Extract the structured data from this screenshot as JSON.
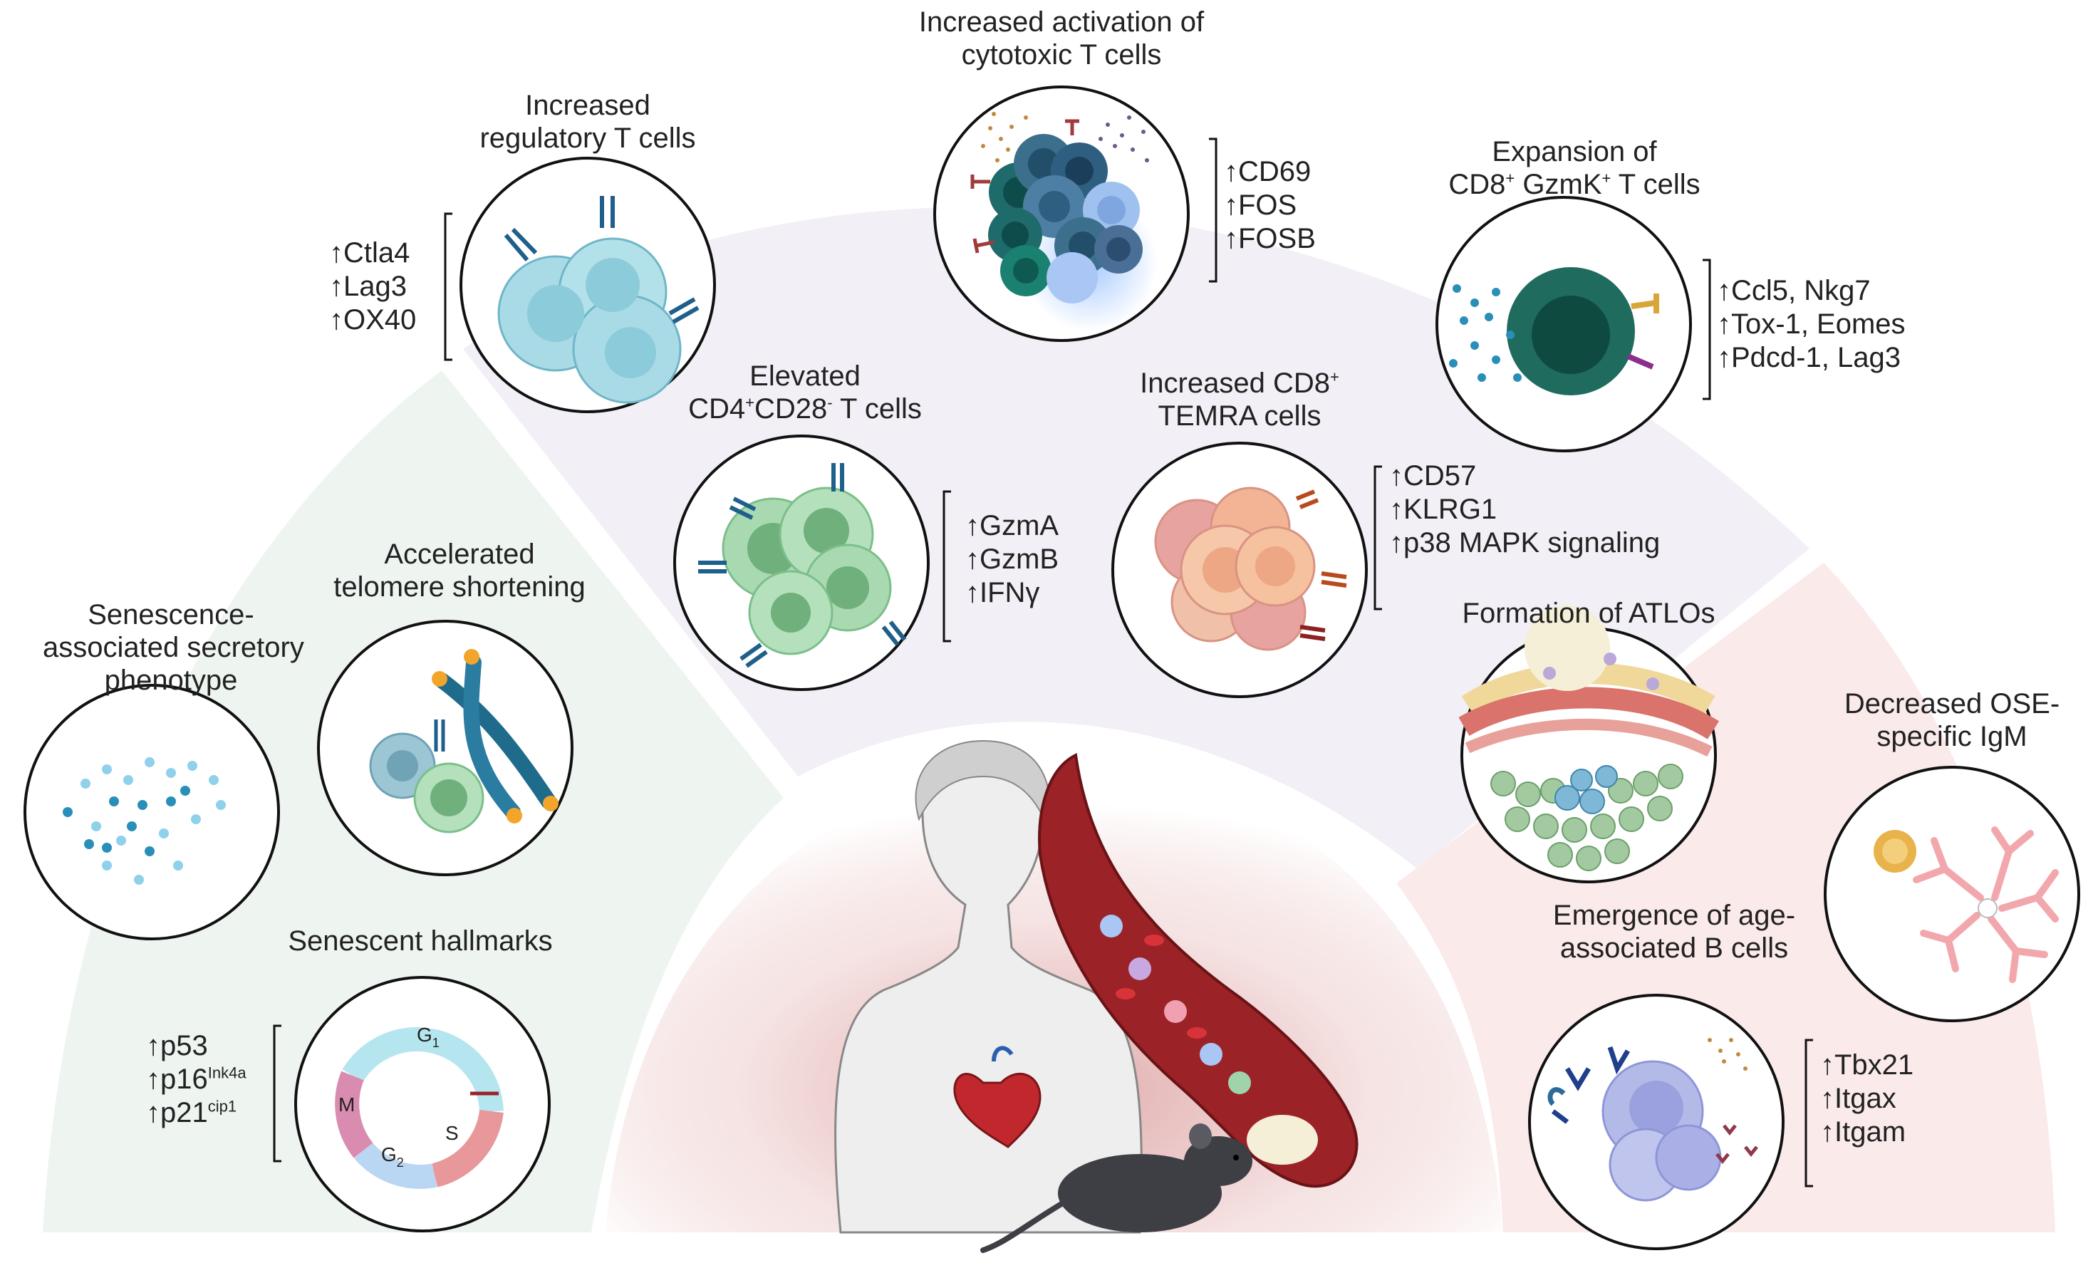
{
  "figure": {
    "regulatory_t": {
      "title_lines": [
        "Increased",
        "regulatory T cells"
      ],
      "markers": [
        "↑Ctla4",
        "↑Lag3",
        "↑OX40"
      ]
    },
    "cytotoxic_t": {
      "title_lines": [
        "Increased activation of",
        "cytotoxic T cells"
      ],
      "markers": [
        "↑CD69",
        "↑FOS",
        "↑FOSB"
      ]
    },
    "gzmk_t": {
      "title_line1": "Expansion of",
      "title_line2_parts": [
        "CD8",
        "+",
        " GzmK",
        "+",
        " T cells"
      ],
      "markers": [
        "↑Ccl5, Nkg7",
        "↑Tox-1, Eomes",
        "↑Pdcd-1, Lag3"
      ]
    },
    "cd4_cd28": {
      "title_line1": "Elevated",
      "title_line2_parts": [
        "CD4",
        "+",
        "CD28",
        "-",
        " T cells"
      ],
      "markers": [
        "↑GzmA",
        "↑GzmB",
        "↑IFNγ"
      ]
    },
    "temra": {
      "title_line1_parts": [
        "Increased CD8",
        "+"
      ],
      "title_line2": "TEMRA cells",
      "markers": [
        "↑CD57",
        "↑KLRG1",
        "↑p38 MAPK signaling"
      ]
    },
    "telomere": {
      "title_lines": [
        "Accelerated",
        "telomere shortening"
      ]
    },
    "sasp": {
      "title_lines": [
        "Senescence-",
        "associated secretory",
        "phenotype"
      ]
    },
    "hallmarks": {
      "title": "Senescent hallmarks",
      "markers_parts": [
        [
          "↑p53",
          ""
        ],
        [
          "↑p16",
          "Ink4a"
        ],
        [
          "↑p21",
          "cip1"
        ]
      ],
      "cell_cycle_phases": [
        "G1",
        "S",
        "G2",
        "M"
      ]
    },
    "atlos": {
      "title": "Formation of ATLOs"
    },
    "ose_igm": {
      "title_lines": [
        "Decreased OSE-",
        "specific IgM"
      ]
    },
    "age_b": {
      "title_lines": [
        "Emergence of age-",
        "associated B cells"
      ],
      "markers": [
        "↑Tbx21",
        "↑Itgax",
        "↑Itgam"
      ]
    }
  },
  "colors": {
    "senescence_band": "#eef5f1",
    "tcell_band": "#f3eff6",
    "bcell_band": "#fbeaea",
    "treg": "#a9dbe6",
    "cd4": "#9fd3a9",
    "temra": "#f0b4a4",
    "cytotoxic": "#3a7a8c",
    "gzmk": "#1f6b5e",
    "bcell": "#aeb4e6",
    "vessel": "#9b2226",
    "igm": "#f2a7ad"
  }
}
